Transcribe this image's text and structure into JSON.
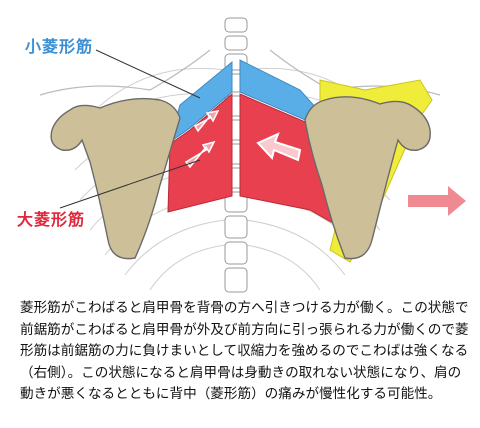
{
  "labels": {
    "minor_rhomboid": "小菱形筋",
    "major_rhomboid": "大菱形筋"
  },
  "description": "菱形筋がこわばると肩甲骨を背骨の方へ引きつける力が働く。この状態で前鋸筋がこわばると肩甲骨が外及び前方向に引っ張られる力が働くので菱形筋は前鋸筋の力に負けまいとして収縮力を強めるのでこわばは強くなる（右側）。この状態になると肩甲骨は身動きの取れない状態になり、肩の動きが悪くなるとともに背中（菱形筋）の痛みが慢性化する可能性。",
  "colors": {
    "minor_rhomboid": "#5aaee8",
    "major_rhomboid": "#e8404e",
    "serratus": "#f0ec3a",
    "scapula": "#cdbf98",
    "arrow": "#f08a92"
  }
}
